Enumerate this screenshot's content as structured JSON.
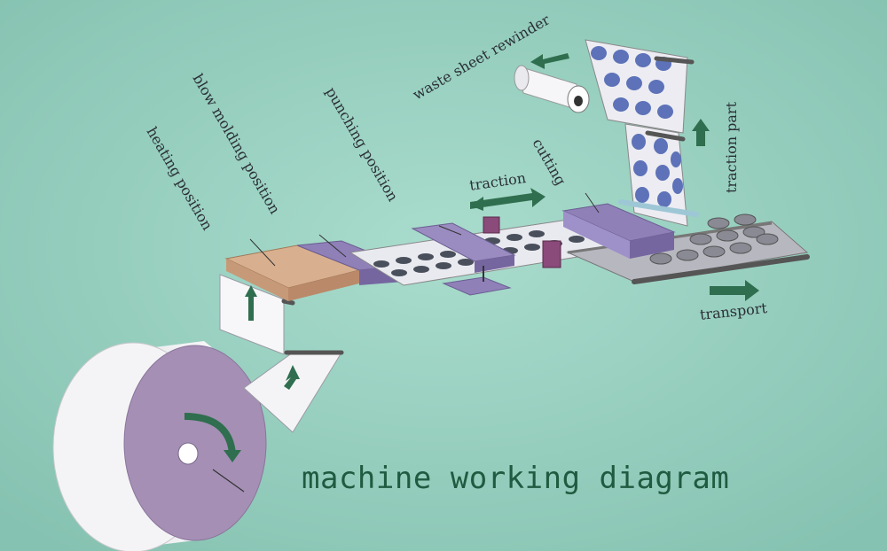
{
  "title": "machine working diagram",
  "labels": {
    "heating": "heating position",
    "blow_molding": "blow molding position",
    "punching": "punching position",
    "traction_top": "traction",
    "cutting": "cutting",
    "waste_rewinder": "waste sheet rewinder",
    "traction_part": "traction part",
    "transport": "transport"
  },
  "colors": {
    "background": "#9fd3c4",
    "roll_face": "#a58fb5",
    "station_purple": "#8f80b8",
    "heater": "#d9b08f",
    "arrow_green": "#2f6e4e",
    "sheet": "#f2f3f6",
    "sheet_hole": "#5d72b8"
  }
}
